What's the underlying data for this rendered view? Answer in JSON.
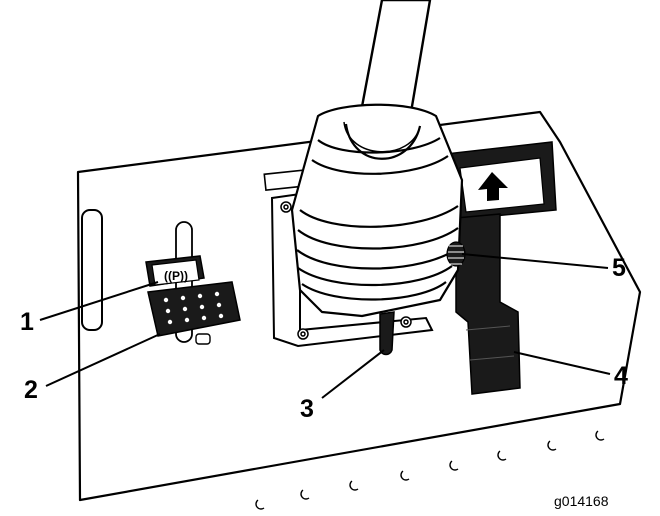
{
  "callouts": {
    "c1": "1",
    "c2": "2",
    "c3": "3",
    "c4": "4",
    "c5": "5"
  },
  "figure_id": "g014168",
  "park_symbol": "((P))",
  "colors": {
    "line": "#000000",
    "background": "#ffffff",
    "dark_part": "#1a1a1a"
  },
  "icons": {
    "direction_decal": "arrow-up-icon"
  }
}
